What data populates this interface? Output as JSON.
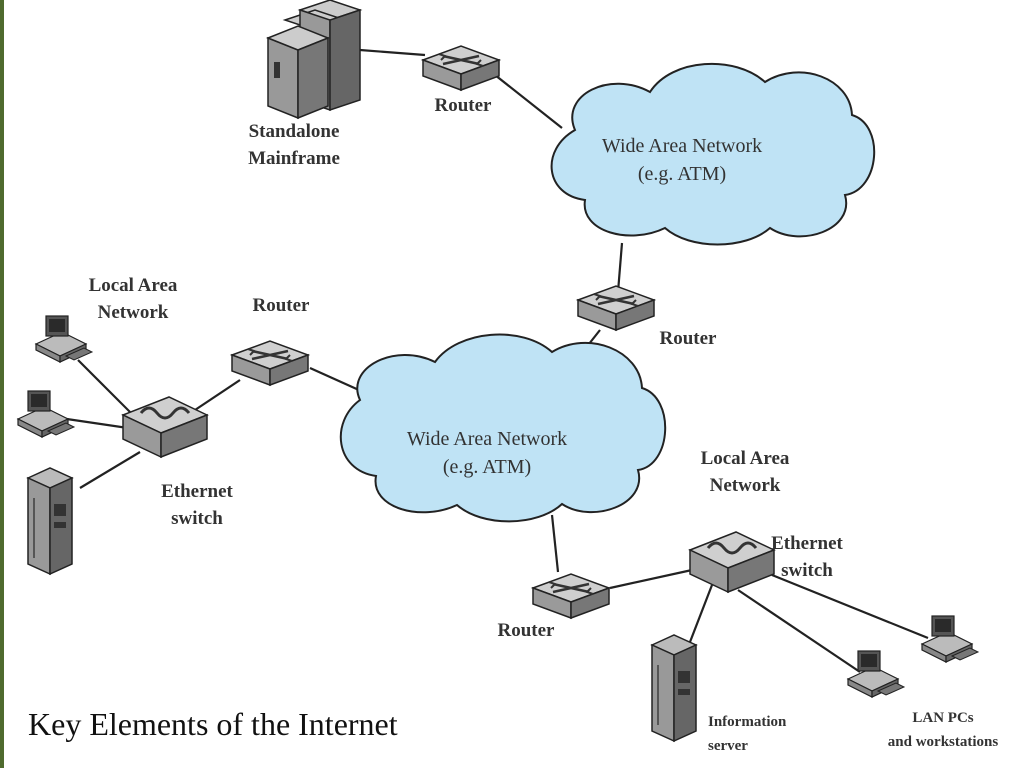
{
  "labels": {
    "mainframe": [
      "Standalone",
      "Mainframe"
    ],
    "router_top": "Router",
    "router_mid_left": "Router",
    "router_mid_right": "Router",
    "router_bottom": "Router",
    "wan_top": [
      "Wide Area Network",
      "(e.g. ATM)"
    ],
    "wan_bottom": [
      "Wide Area Network",
      "(e.g. ATM)"
    ],
    "lan_left": [
      "Local Area",
      "Network"
    ],
    "lan_right": [
      "Local Area",
      "Network"
    ],
    "switch_left": [
      "Ethernet",
      "switch"
    ],
    "switch_right": [
      "Ethernet",
      "switch"
    ],
    "info_server": [
      "Information",
      "server"
    ],
    "lan_pcs": [
      "LAN PCs",
      "and workstations"
    ]
  },
  "caption": "Key Elements of the Internet",
  "colors": {
    "cloud_fill": "#bfe3f5",
    "cloud_stroke": "#222222",
    "device_fill": "#9a9a9a",
    "frame_bar": "#4f6b2e"
  }
}
